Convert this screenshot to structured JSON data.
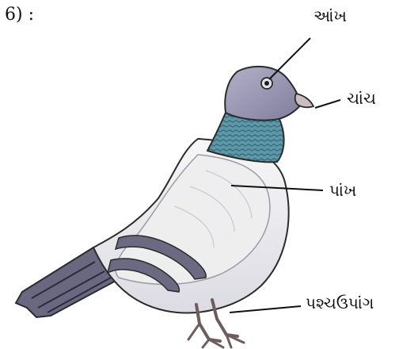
{
  "question": {
    "number_text": "6) :"
  },
  "labels": {
    "eye": "આંખ",
    "beak": "ચાંચ",
    "wing": "પાંખ",
    "legs": "પશ્ચઉપાંગ"
  },
  "colors": {
    "head": "#9a98b4",
    "neck": "#4e8a9c",
    "body": "#f1f1f1",
    "wing_bars": "#6c6a82",
    "tail": "#5e5c72",
    "feet": "#b9a6a6",
    "outline": "#2b2b2b"
  }
}
